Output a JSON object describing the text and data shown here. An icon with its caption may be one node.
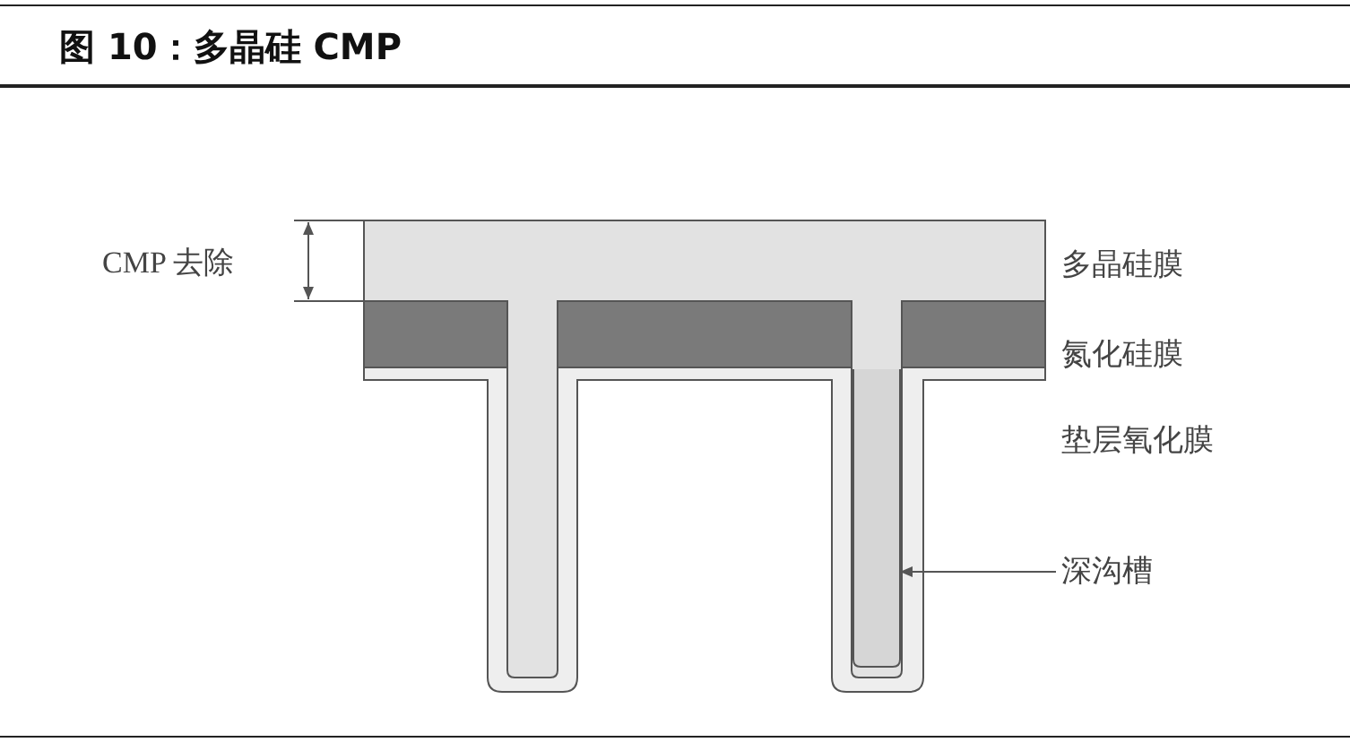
{
  "diagram": {
    "title": "图 10：多晶硅 CMP",
    "nodes": [
      {
        "text": [
          "深沟槽"
        ]
      },
      {
        "text": [],
        "shape": "picture"
      }
    ],
    "edges": [
      {
        "from": 0,
        "to": 1,
        "arrow": "to"
      }
    ],
    "labels": [
      "CMP 去除",
      "多晶硅膜",
      "氮化硅膜",
      "垫层氧化膜"
    ]
  }
}
